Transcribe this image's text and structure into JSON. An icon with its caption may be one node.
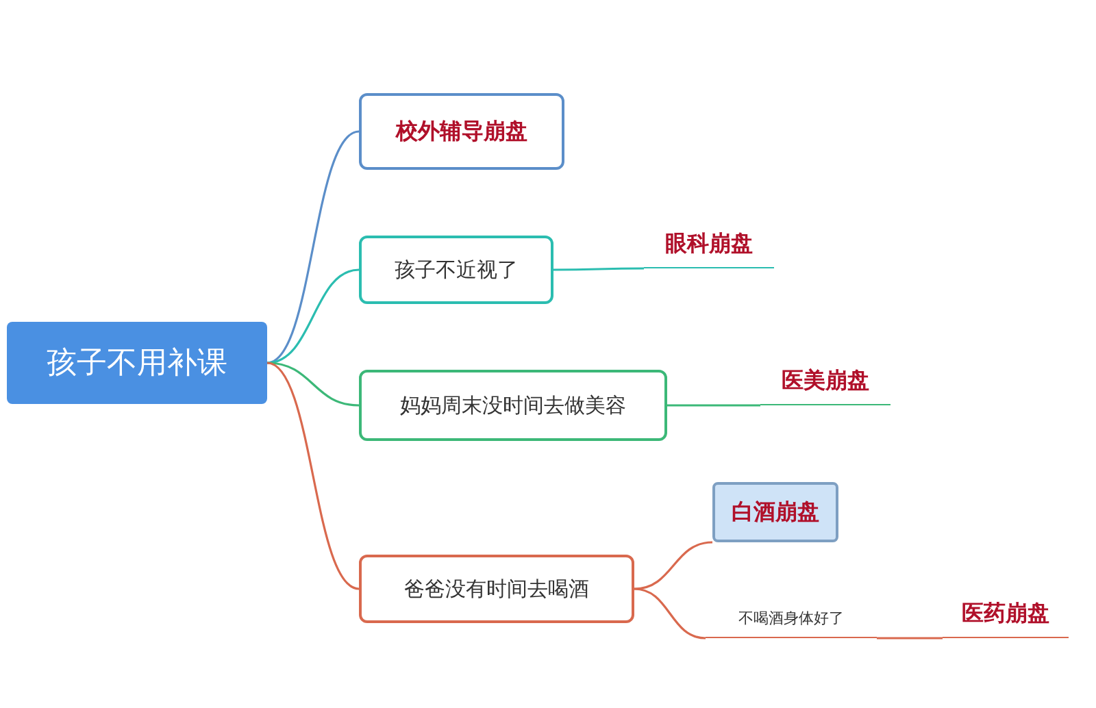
{
  "diagram": {
    "nodes": [
      {
        "text": [
          "孩子不用补课"
        ]
      },
      {
        "text": [
          "校外辅导崩盘"
        ]
      },
      {
        "text": [
          "孩子不近视了"
        ]
      },
      {
        "text": [
          "眼科崩盘"
        ]
      },
      {
        "text": [
          "妈妈周末没时间去做美容"
        ]
      },
      {
        "text": [
          "医美崩盘"
        ]
      },
      {
        "text": [
          "爸爸没有时间去喝酒"
        ]
      },
      {
        "text": [
          "白酒崩盘"
        ]
      },
      {
        "text": [
          "不喝酒身体好了"
        ]
      },
      {
        "text": [
          "医药崩盘"
        ]
      }
    ],
    "edges": [
      {
        "from": 0,
        "to": 1,
        "arrow": "none",
        "color": "#5b8ec9"
      },
      {
        "from": 0,
        "to": 2,
        "arrow": "none",
        "color": "#2bbdb0"
      },
      {
        "from": 2,
        "to": 3,
        "arrow": "none",
        "color": "#2bbdb0"
      },
      {
        "from": 0,
        "to": 4,
        "arrow": "none",
        "color": "#3cb878"
      },
      {
        "from": 4,
        "to": 5,
        "arrow": "none",
        "color": "#3cb878"
      },
      {
        "from": 0,
        "to": 6,
        "arrow": "none",
        "color": "#d9694e"
      },
      {
        "from": 6,
        "to": 7,
        "arrow": "none",
        "color": "#d9694e"
      },
      {
        "from": 6,
        "to": 8,
        "arrow": "none",
        "color": "#d9694e"
      },
      {
        "from": 8,
        "to": 9,
        "arrow": "none",
        "color": "#d9694e"
      }
    ]
  }
}
